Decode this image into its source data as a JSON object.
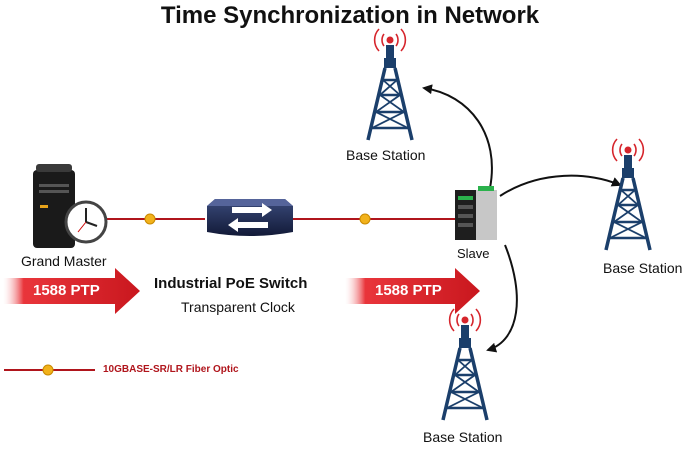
{
  "title": "Time Synchronization in Network",
  "nodes": {
    "grand_master": "Grand Master",
    "switch_title": "Industrial PoE Switch",
    "switch_subtitle": "Transparent Clock",
    "slave": "Slave",
    "base_station_top": "Base Station",
    "base_station_right": "Base Station",
    "base_station_bottom": "Base Station"
  },
  "protocol_arrows": [
    "1588 PTP",
    "1588 PTP"
  ],
  "legend": {
    "label": "10GBASE-SR/LR Fiber Optic",
    "icon": "fiber-connector-icon"
  },
  "colors": {
    "fiber": "#b0151c",
    "arrow": "#d21f26",
    "connector": "#f2b21b",
    "tower": "#1b3f6b",
    "switch": "#1d2a52"
  }
}
